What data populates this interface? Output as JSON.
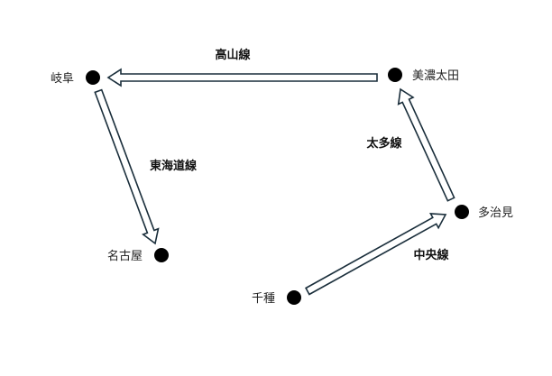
{
  "colors": {
    "station_dot": "#000000",
    "arrow_outline": "#1a2e3b",
    "arrow_fill": "#ffffff"
  },
  "stations": {
    "gifu": {
      "name": "岐阜"
    },
    "nagoya": {
      "name": "名古屋"
    },
    "chikusa": {
      "name": "千種"
    },
    "tajimi": {
      "name": "多治見"
    },
    "minoota": {
      "name": "美濃太田"
    }
  },
  "routes": {
    "takayama": {
      "name": "高山線",
      "from": "美濃太田",
      "to": "岐阜"
    },
    "tokaido": {
      "name": "東海道線",
      "from": "岐阜",
      "to": "名古屋"
    },
    "chuo": {
      "name": "中央線",
      "from": "千種",
      "to": "多治見"
    },
    "taita": {
      "name": "太多線",
      "from": "多治見",
      "to": "美濃太田"
    }
  }
}
